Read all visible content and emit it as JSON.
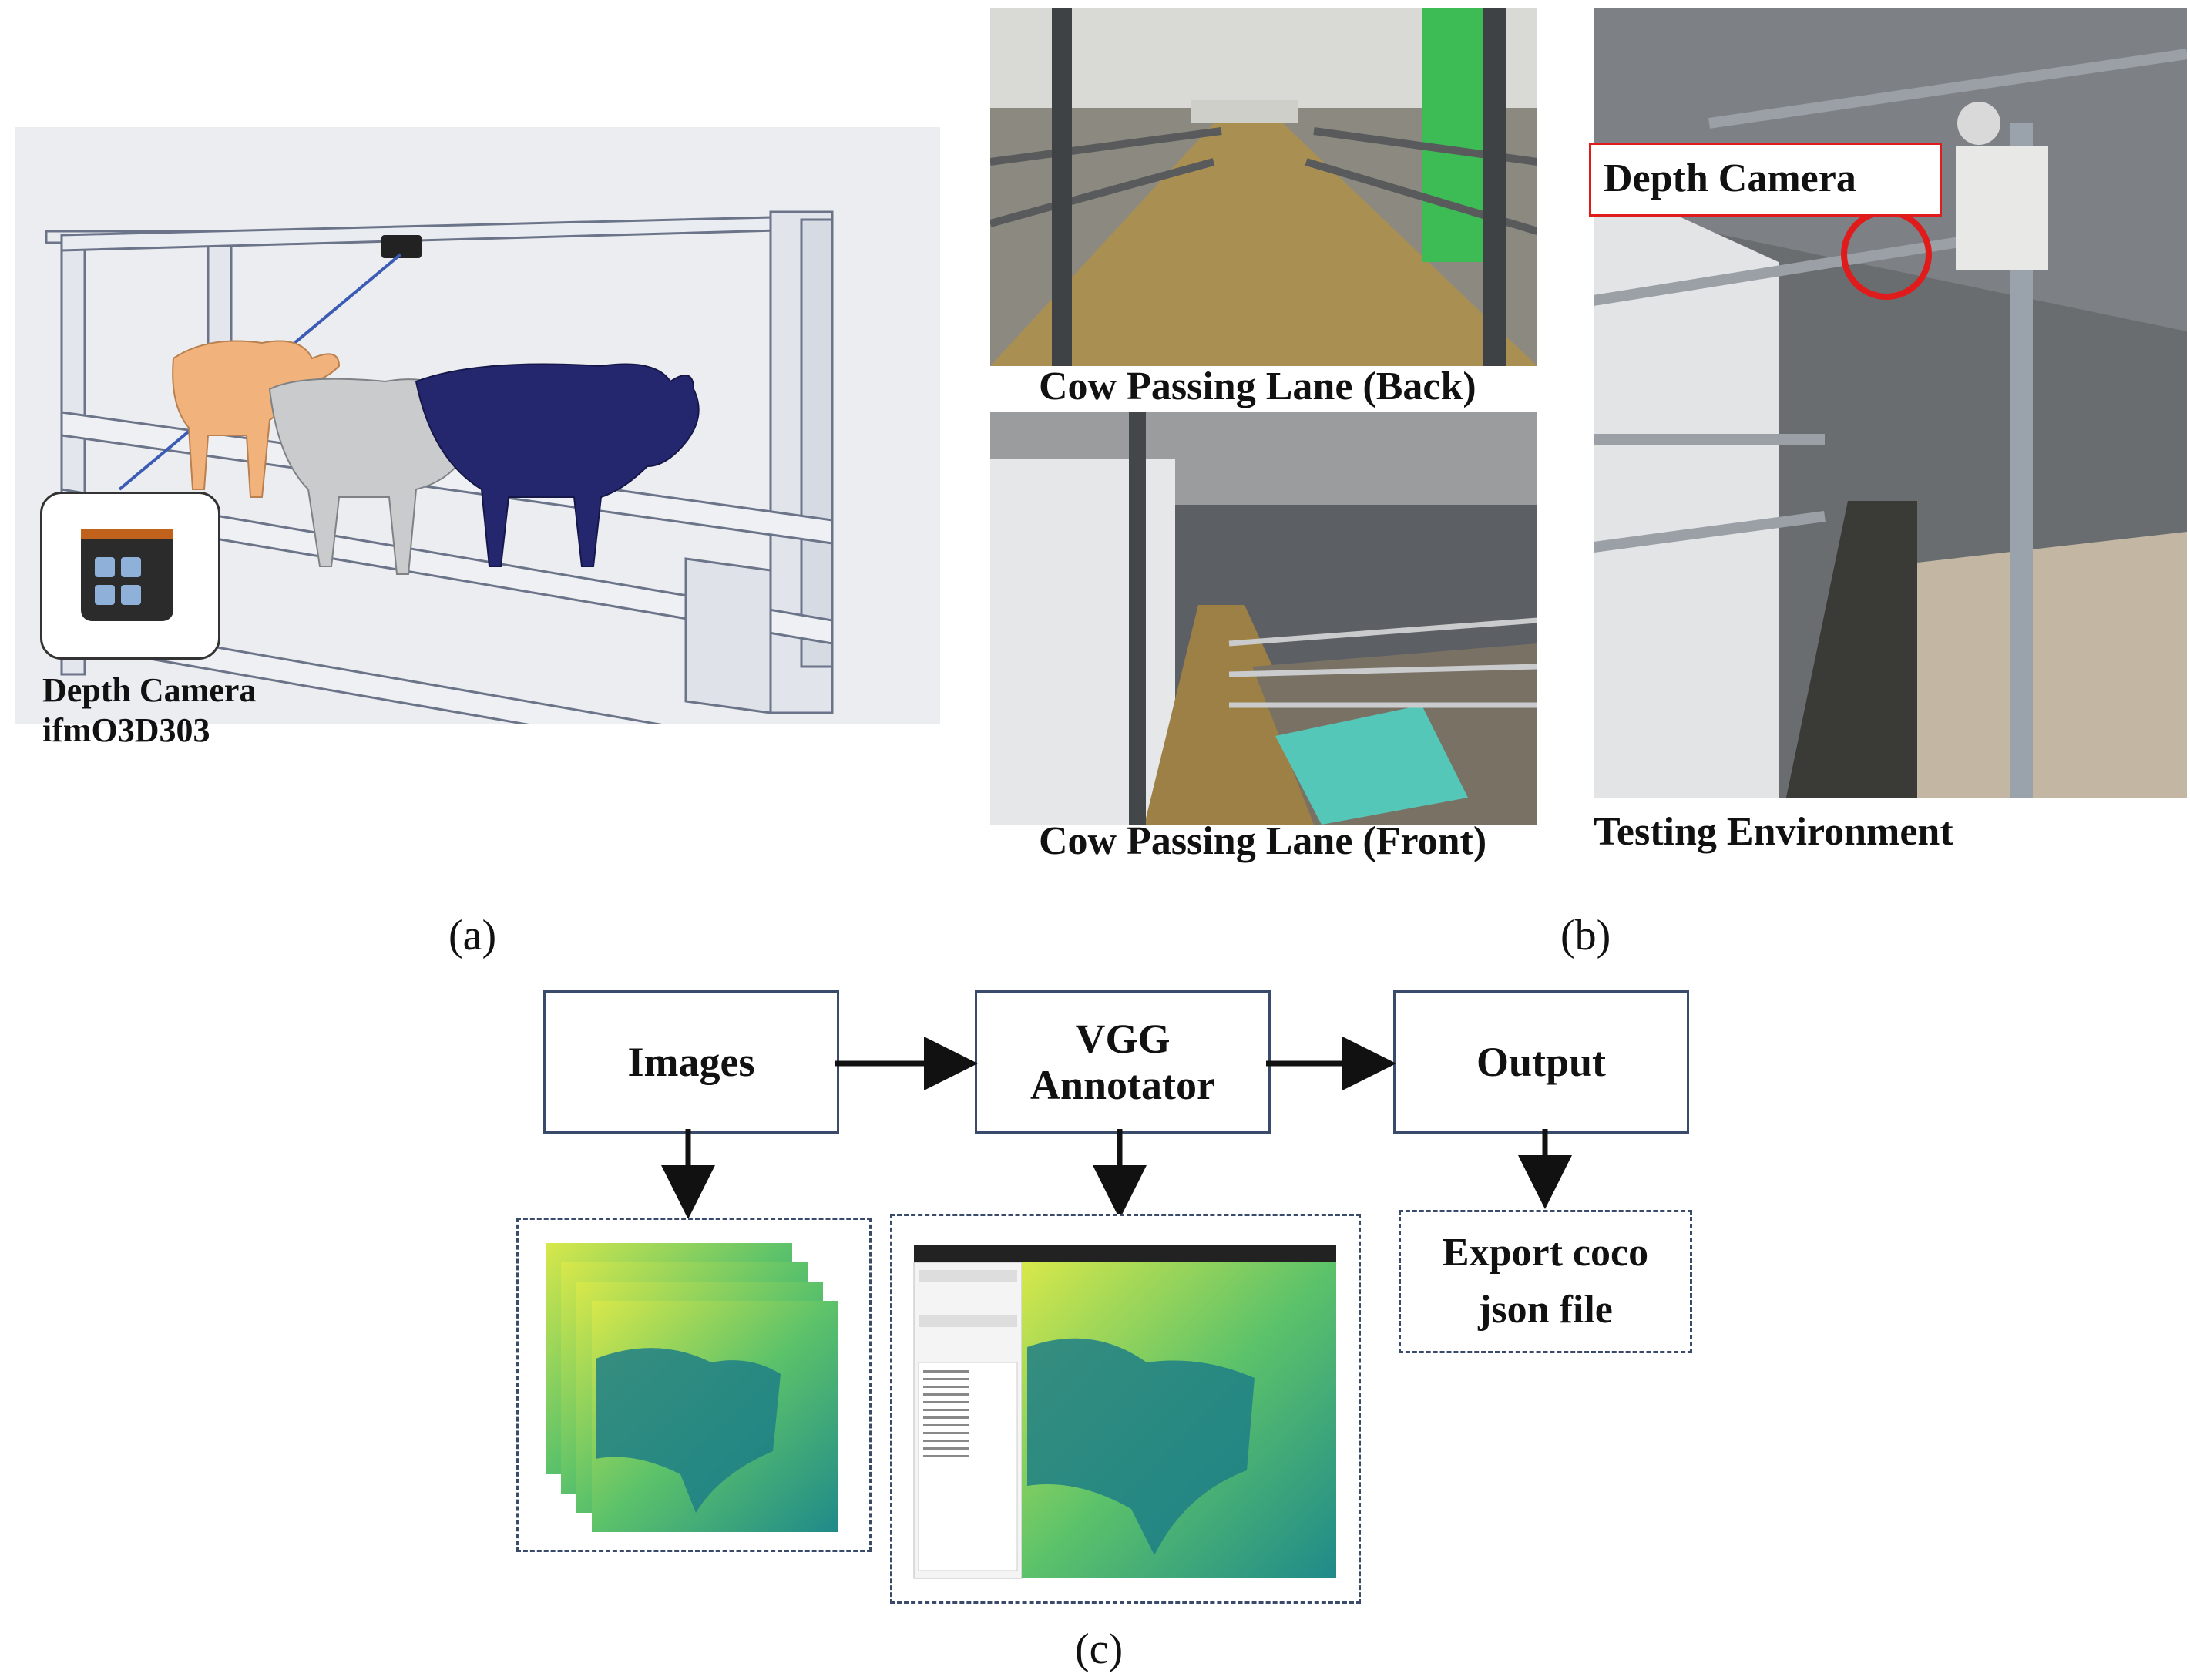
{
  "panel_a": {
    "camera_label_line1": "Depth Camera",
    "camera_label_line2": "ifmO3D303",
    "subfigure": "(a)"
  },
  "panel_b": {
    "caption_back": "Cow Passing Lane (Back)",
    "caption_front": "Cow Passing Lane (Front)",
    "caption_env": "Testing Environment",
    "callout": "Depth Camera",
    "subfigure": "(b)"
  },
  "panel_c": {
    "images_box": "Images",
    "vgg_line1": "VGG",
    "vgg_line2": "Annotator",
    "output_box": "Output",
    "export_line1": "Export coco",
    "export_line2": "json file",
    "subfigure": "(c)"
  },
  "colors": {
    "cow_orange": "#f2b27c",
    "cow_gray": "#c8cacc",
    "cow_blue": "#25276e",
    "callout_red": "#e01b1b",
    "box_border": "#3a4a6a",
    "depth_teal": "#1f8a8a",
    "depth_yellow": "#d8e84a"
  }
}
